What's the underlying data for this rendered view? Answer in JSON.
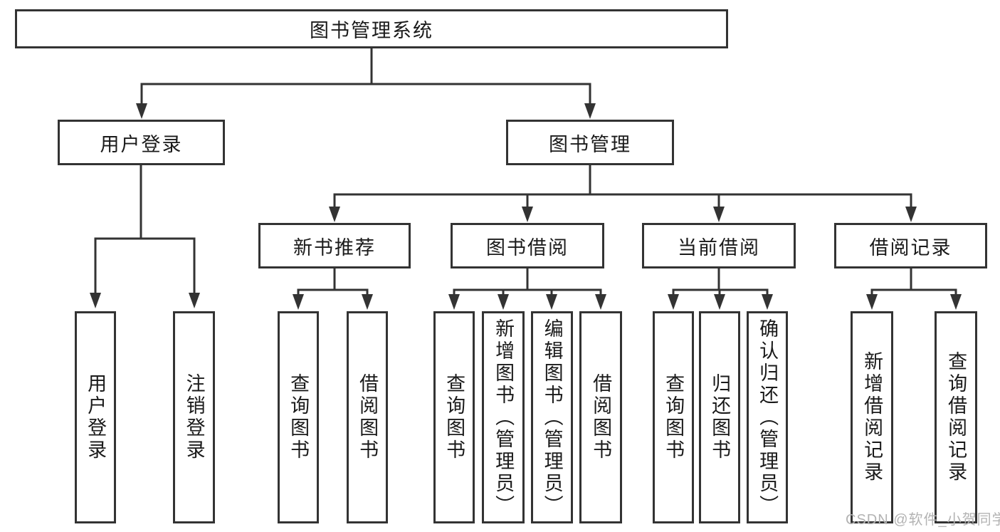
{
  "colors": {
    "line": "#333333",
    "text": "#1a1a1a",
    "background": "#ffffff",
    "watermark": "#b3b3b3"
  },
  "watermark": {
    "text": "CSDN @软件_小贺同学"
  },
  "tree": {
    "label": "图书管理系统",
    "children": [
      {
        "label": "用户登录",
        "children": [
          {
            "label": "用户登录"
          },
          {
            "label": "注销登录"
          }
        ]
      },
      {
        "label": "图书管理",
        "children": [
          {
            "label": "新书推荐",
            "children": [
              {
                "label": "查询图书"
              },
              {
                "label": "借阅图书"
              }
            ]
          },
          {
            "label": "图书借阅",
            "children": [
              {
                "label": "查询图书"
              },
              {
                "label": "新增图书（管理员）"
              },
              {
                "label": "编辑图书（管理员）"
              },
              {
                "label": "借阅图书"
              }
            ]
          },
          {
            "label": "当前借阅",
            "children": [
              {
                "label": "查询图书"
              },
              {
                "label": "归还图书"
              },
              {
                "label": "确认归还（管理员）"
              }
            ]
          },
          {
            "label": "借阅记录",
            "children": [
              {
                "label": "新增借阅记录"
              },
              {
                "label": "查询借阅记录"
              }
            ]
          }
        ]
      }
    ]
  }
}
